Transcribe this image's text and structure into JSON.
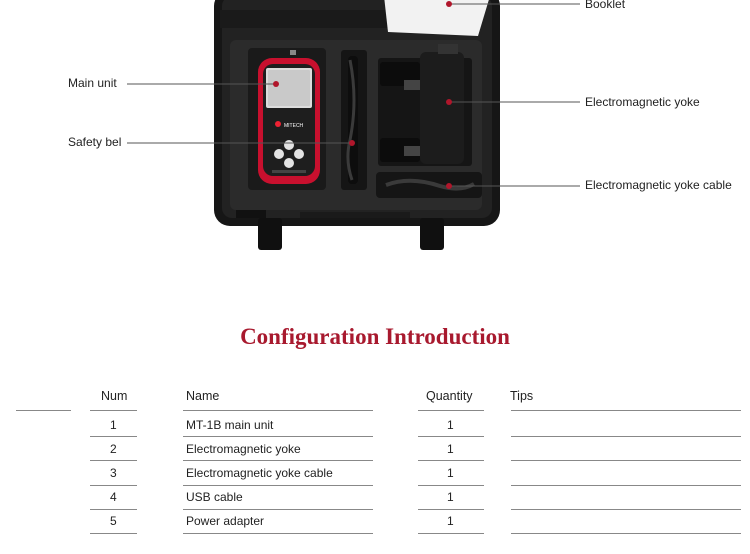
{
  "callouts": {
    "booklet": "Booklet",
    "main_unit": "Main unit",
    "safety_belt": "Safety bel",
    "yoke": "Electromagnetic yoke",
    "yoke_cable": "Electromagnetic yoke cable"
  },
  "device": {
    "brand": "MITECH"
  },
  "section_title": "Configuration Introduction",
  "table": {
    "headers": {
      "num": "Num",
      "name": "Name",
      "quantity": "Quantity",
      "tips": "Tips"
    },
    "rows": [
      {
        "num": "1",
        "name": "MT-1B main unit",
        "quantity": "1",
        "tips": ""
      },
      {
        "num": "2",
        "name": "Electromagnetic yoke",
        "quantity": "1",
        "tips": ""
      },
      {
        "num": "3",
        "name": "Electromagnetic yoke cable",
        "quantity": "1",
        "tips": ""
      },
      {
        "num": "4",
        "name": "USB cable",
        "quantity": "1",
        "tips": ""
      },
      {
        "num": "5",
        "name": "Power adapter",
        "quantity": "1",
        "tips": ""
      }
    ]
  },
  "colors": {
    "title_red": "#a8192e",
    "case_black": "#1b1b1b",
    "foam": "#2a2a2a",
    "device_red": "#c8102e"
  }
}
